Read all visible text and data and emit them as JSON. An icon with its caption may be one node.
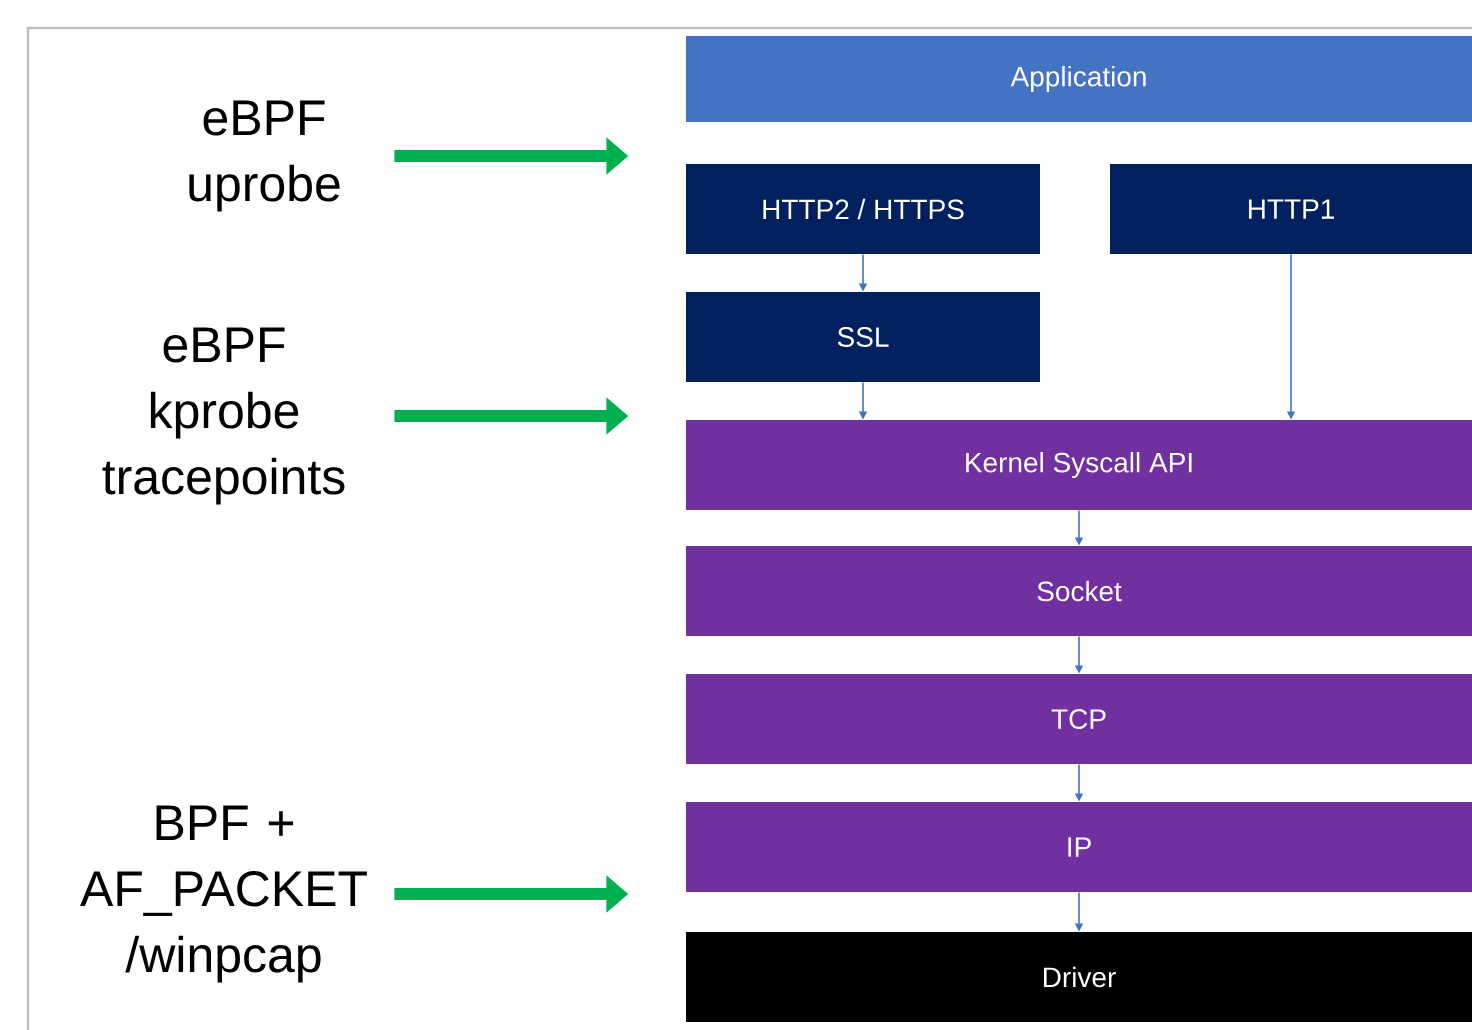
{
  "diagram": {
    "nodes": [
      {
        "text": [
          "Application"
        ]
      },
      {
        "text": [
          "HTTP2 / HTTPS"
        ]
      },
      {
        "text": [
          "HTTP1"
        ]
      },
      {
        "text": [
          "SSL"
        ]
      },
      {
        "text": [
          "Kernel Syscall API"
        ]
      },
      {
        "text": [
          "Socket"
        ]
      },
      {
        "text": [
          "TCP"
        ]
      },
      {
        "text": [
          "IP"
        ]
      },
      {
        "text": [
          "Driver"
        ]
      },
      {
        "text": [
          "eBPF uprobe"
        ]
      },
      {
        "text": [
          "eBPF kprobe tracepoints"
        ]
      },
      {
        "text": [
          "BPF + AF_PACKET /winpcap"
        ]
      }
    ],
    "edges": [
      {
        "from": 1,
        "to": 3,
        "arrow": "to"
      },
      {
        "from": 3,
        "to": 4,
        "arrow": "to"
      },
      {
        "from": 2,
        "to": 4,
        "arrow": "to"
      },
      {
        "from": 4,
        "to": 5,
        "arrow": "to"
      },
      {
        "from": 5,
        "to": 6,
        "arrow": "to"
      },
      {
        "from": 6,
        "to": 7,
        "arrow": "to"
      },
      {
        "from": 7,
        "to": 8,
        "arrow": "to"
      },
      {
        "from": 9,
        "to": null,
        "arrow": "to",
        "style": "thick",
        "color": "#00b050"
      },
      {
        "from": 10,
        "to": null,
        "arrow": "to",
        "style": "thick",
        "color": "#00b050"
      },
      {
        "from": 11,
        "to": null,
        "arrow": "to",
        "style": "thick",
        "color": "#00b050"
      }
    ]
  }
}
